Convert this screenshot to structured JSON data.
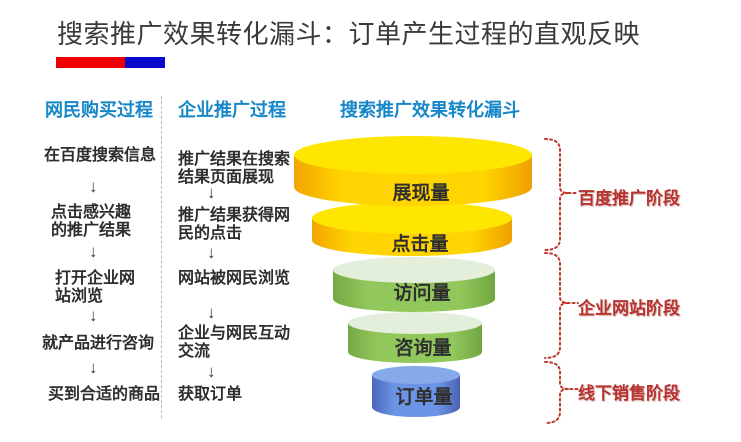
{
  "title": "搜索推广效果转化漏斗：订单产生过程的直观反映",
  "accent_bar": {
    "red": "#ee0000",
    "blue": "#0a0acd"
  },
  "glyphs": {
    "down_arrow": "↓"
  },
  "colors": {
    "header_blue": "#1787c8",
    "stage_red": "#b8322e",
    "text_dark": "#2d2d2d",
    "funnel_yellow": "#ffd400",
    "funnel_green": "#92c75c",
    "funnel_blue": "#6b94e6"
  },
  "columns": {
    "netizen": {
      "header": "网民购买过程",
      "items": [
        "在百度搜索信息",
        "点击感兴趣\n的推广结果",
        "打开企业网\n站浏览",
        "就产品进行咨询",
        "买到合适的商品"
      ]
    },
    "enterprise": {
      "header": "企业推广过程",
      "items": [
        "推广结果在搜索\n结果页面展现",
        "推广结果获得网\n民的点击",
        "网站被网民浏览",
        "企业与网民互动\n交流",
        "获取订单"
      ]
    }
  },
  "funnel": {
    "header": "搜索推广效果转化漏斗",
    "layers": [
      {
        "label": "展现量",
        "color": "#ffd400"
      },
      {
        "label": "点击量",
        "color": "#ffd400"
      },
      {
        "label": "访问量",
        "color": "#92c75c"
      },
      {
        "label": "咨询量",
        "color": "#92c75c"
      },
      {
        "label": "订单量",
        "color": "#6b94e6"
      }
    ]
  },
  "stages": [
    {
      "label": "百度推广阶段"
    },
    {
      "label": "企业网站阶段"
    },
    {
      "label": "线下销售阶段"
    }
  ]
}
